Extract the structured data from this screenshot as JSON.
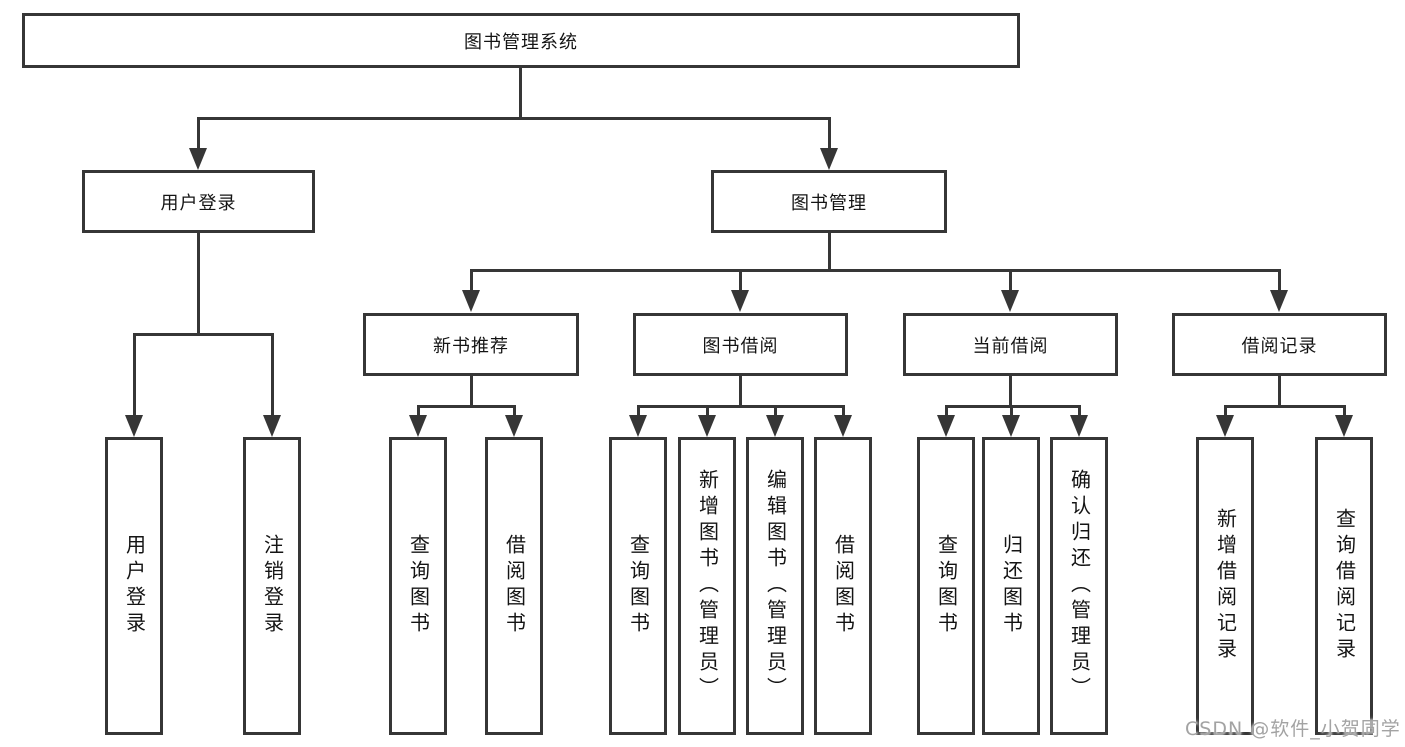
{
  "tree": {
    "root": "图书管理系统",
    "branches": [
      {
        "label": "用户登录",
        "children": [
          "用户登录",
          "注销登录"
        ]
      },
      {
        "label": "图书管理",
        "sub": [
          {
            "label": "新书推荐",
            "children": [
              "查询图书",
              "借阅图书"
            ]
          },
          {
            "label": "图书借阅",
            "children": [
              "查询图书",
              "新增图书（管理员）",
              "编辑图书（管理员）",
              "借阅图书"
            ]
          },
          {
            "label": "当前借阅",
            "children": [
              "查询图书",
              "归还图书",
              "确认归还（管理员）"
            ]
          },
          {
            "label": "借阅记录",
            "children": [
              "新增借阅记录",
              "查询借阅记录"
            ]
          }
        ]
      }
    ]
  },
  "watermark": "CSDN @软件_小贺同学",
  "colors": {
    "line": "#363636",
    "text": "#141414",
    "background": "#ffffff",
    "watermark": "#a3a3a3"
  }
}
